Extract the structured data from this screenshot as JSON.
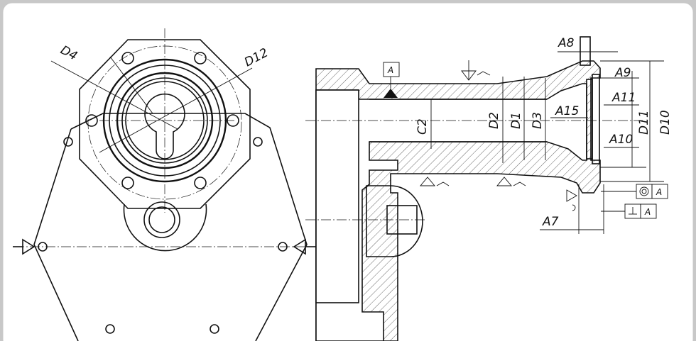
{
  "front_view": {
    "labels": {
      "d4": "D4",
      "d12": "D12"
    }
  },
  "section_view": {
    "datum_box": "A",
    "dimensions": {
      "c2": "C2",
      "d2": "D2",
      "d1": "D1",
      "d3": "D3",
      "a8": "A8",
      "a9": "A9",
      "a11": "A11",
      "a15": "A15",
      "d11": "D11",
      "d10": "D10",
      "a10": "A10",
      "a7": "A7"
    },
    "tolerance_frames": [
      {
        "symbol": "concentricity",
        "datum": "A"
      },
      {
        "symbol": "perpendicularity",
        "datum": "A"
      }
    ]
  },
  "colors": {
    "background": "#ffffff",
    "frame": "#c8c8c8",
    "ink": "#111111",
    "hatch": "#444444"
  }
}
